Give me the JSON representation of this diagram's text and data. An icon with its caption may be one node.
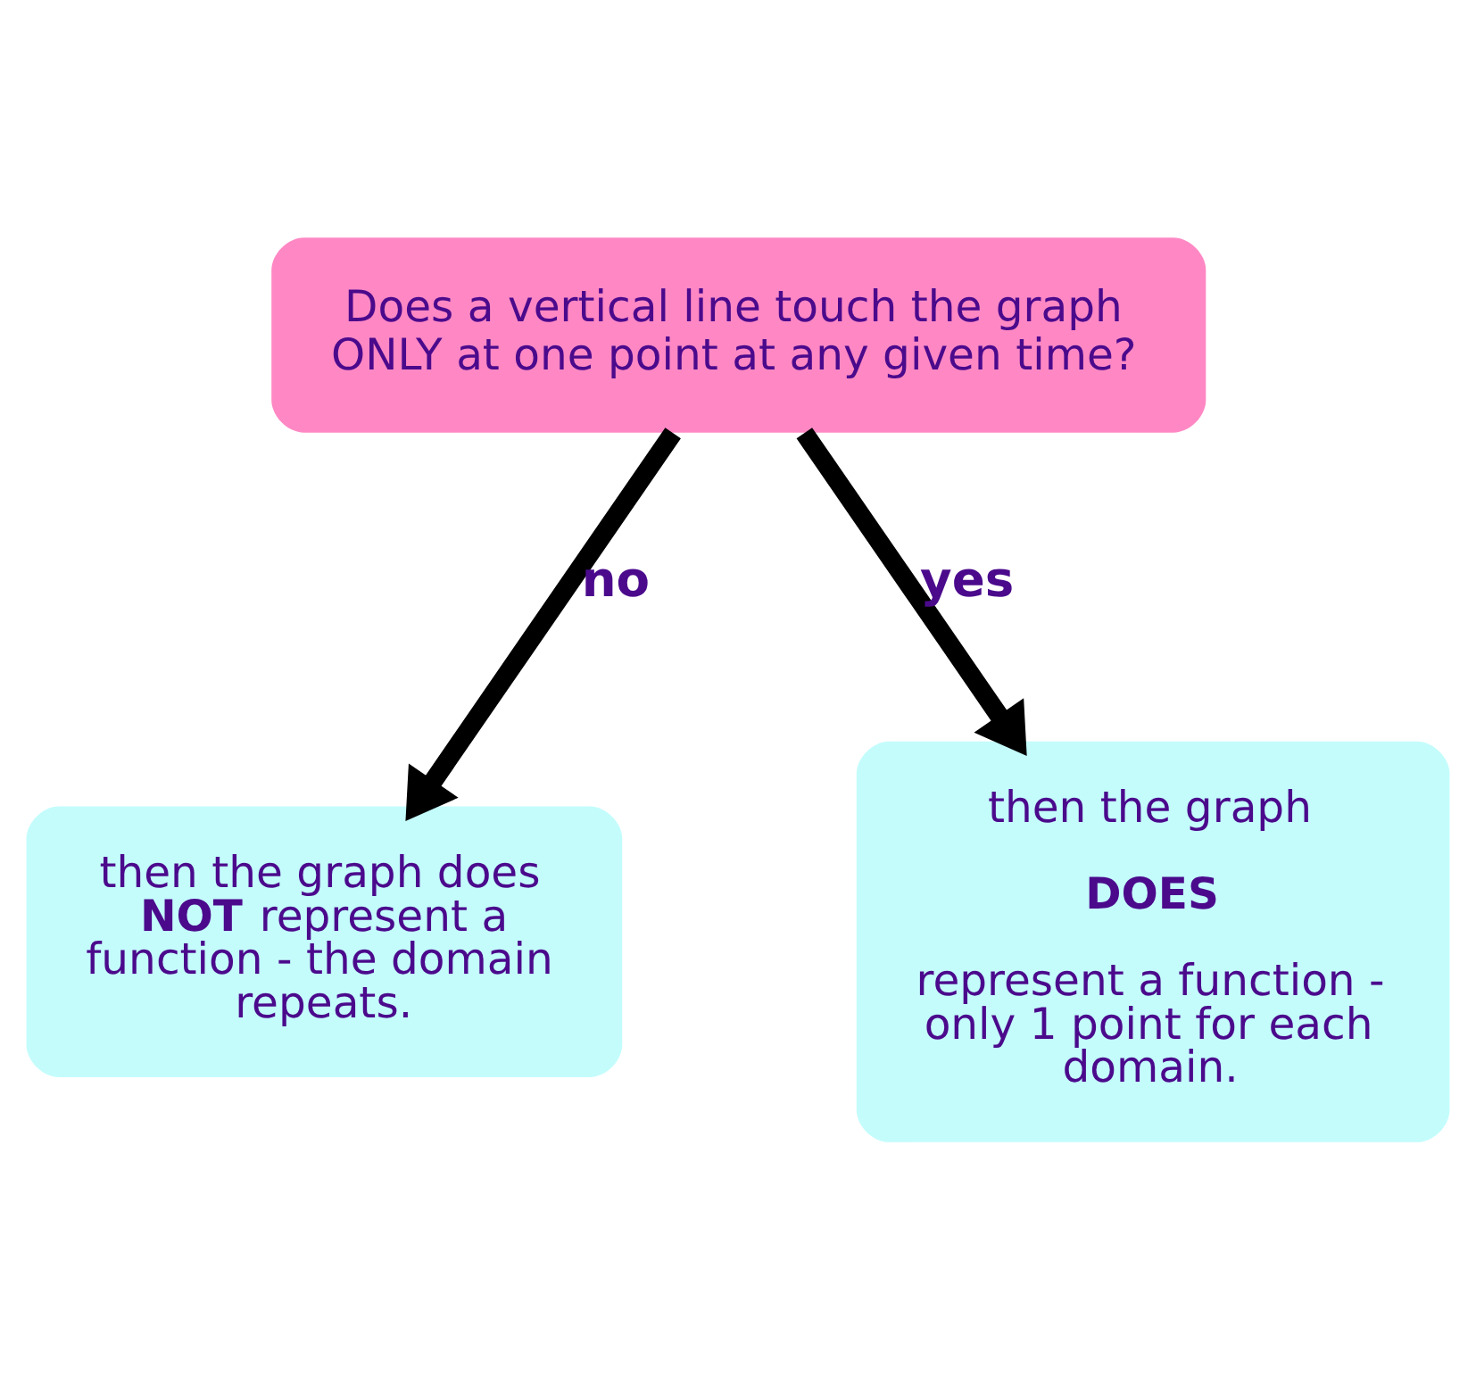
{
  "diagram": {
    "nodes": [
      {
        "text": [
          "Does a vertical line touch the graph ONLY at one point at any given time?"
        ]
      },
      {
        "text": [
          "then the graph does **NOT** represent a function - the domain repeats."
        ]
      },
      {
        "text": [
          "then the graph",
          "**DOES**",
          "represent a function - only 1 point for each domain."
        ]
      }
    ],
    "edges": [
      {
        "from": 0,
        "to": 1,
        "arrow": "to",
        "label": "no"
      },
      {
        "from": 0,
        "to": 2,
        "arrow": "to",
        "label": "yes"
      }
    ]
  }
}
